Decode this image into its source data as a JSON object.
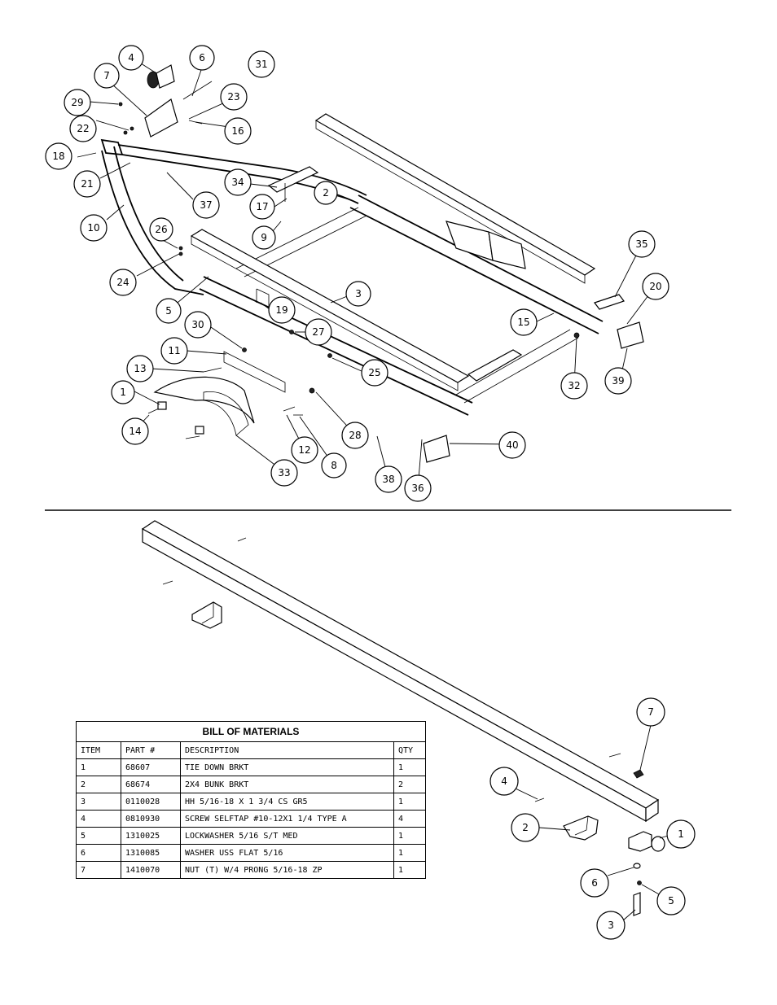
{
  "upper_assembly": {
    "balloons": [
      "1",
      "2",
      "3",
      "4",
      "5",
      "6",
      "7",
      "8",
      "9",
      "10",
      "11",
      "12",
      "13",
      "14",
      "15",
      "16",
      "17",
      "18",
      "19",
      "20",
      "21",
      "22",
      "23",
      "24",
      "25",
      "26",
      "27",
      "28",
      "29",
      "30",
      "31",
      "32",
      "33",
      "34",
      "35",
      "36",
      "37",
      "38",
      "39",
      "40"
    ]
  },
  "lower_assembly": {
    "balloons": [
      "1",
      "2",
      "3",
      "4",
      "5",
      "6",
      "7"
    ]
  },
  "bill_of_materials": {
    "title": "BILL OF MATERIALS",
    "headers": [
      "ITEM",
      "PART #",
      "DESCRIPTION",
      "QTY"
    ],
    "rows": [
      [
        "1",
        "68607",
        "TIE DOWN BRKT",
        "1"
      ],
      [
        "2",
        "68674",
        "2X4 BUNK BRKT",
        "2"
      ],
      [
        "3",
        "0110028",
        "HH 5/16-18 X 1 3/4 CS GR5",
        "1"
      ],
      [
        "4",
        "0810930",
        "SCREW SELFTAP #10-12X1 1/4 TYPE A",
        "4"
      ],
      [
        "5",
        "1310025",
        "LOCKWASHER 5/16 S/T MED",
        "1"
      ],
      [
        "6",
        "1310085",
        "WASHER USS FLAT 5/16",
        "1"
      ],
      [
        "7",
        "1410070",
        "NUT (T) W/4 PRONG 5/16-18 ZP",
        "1"
      ]
    ]
  }
}
